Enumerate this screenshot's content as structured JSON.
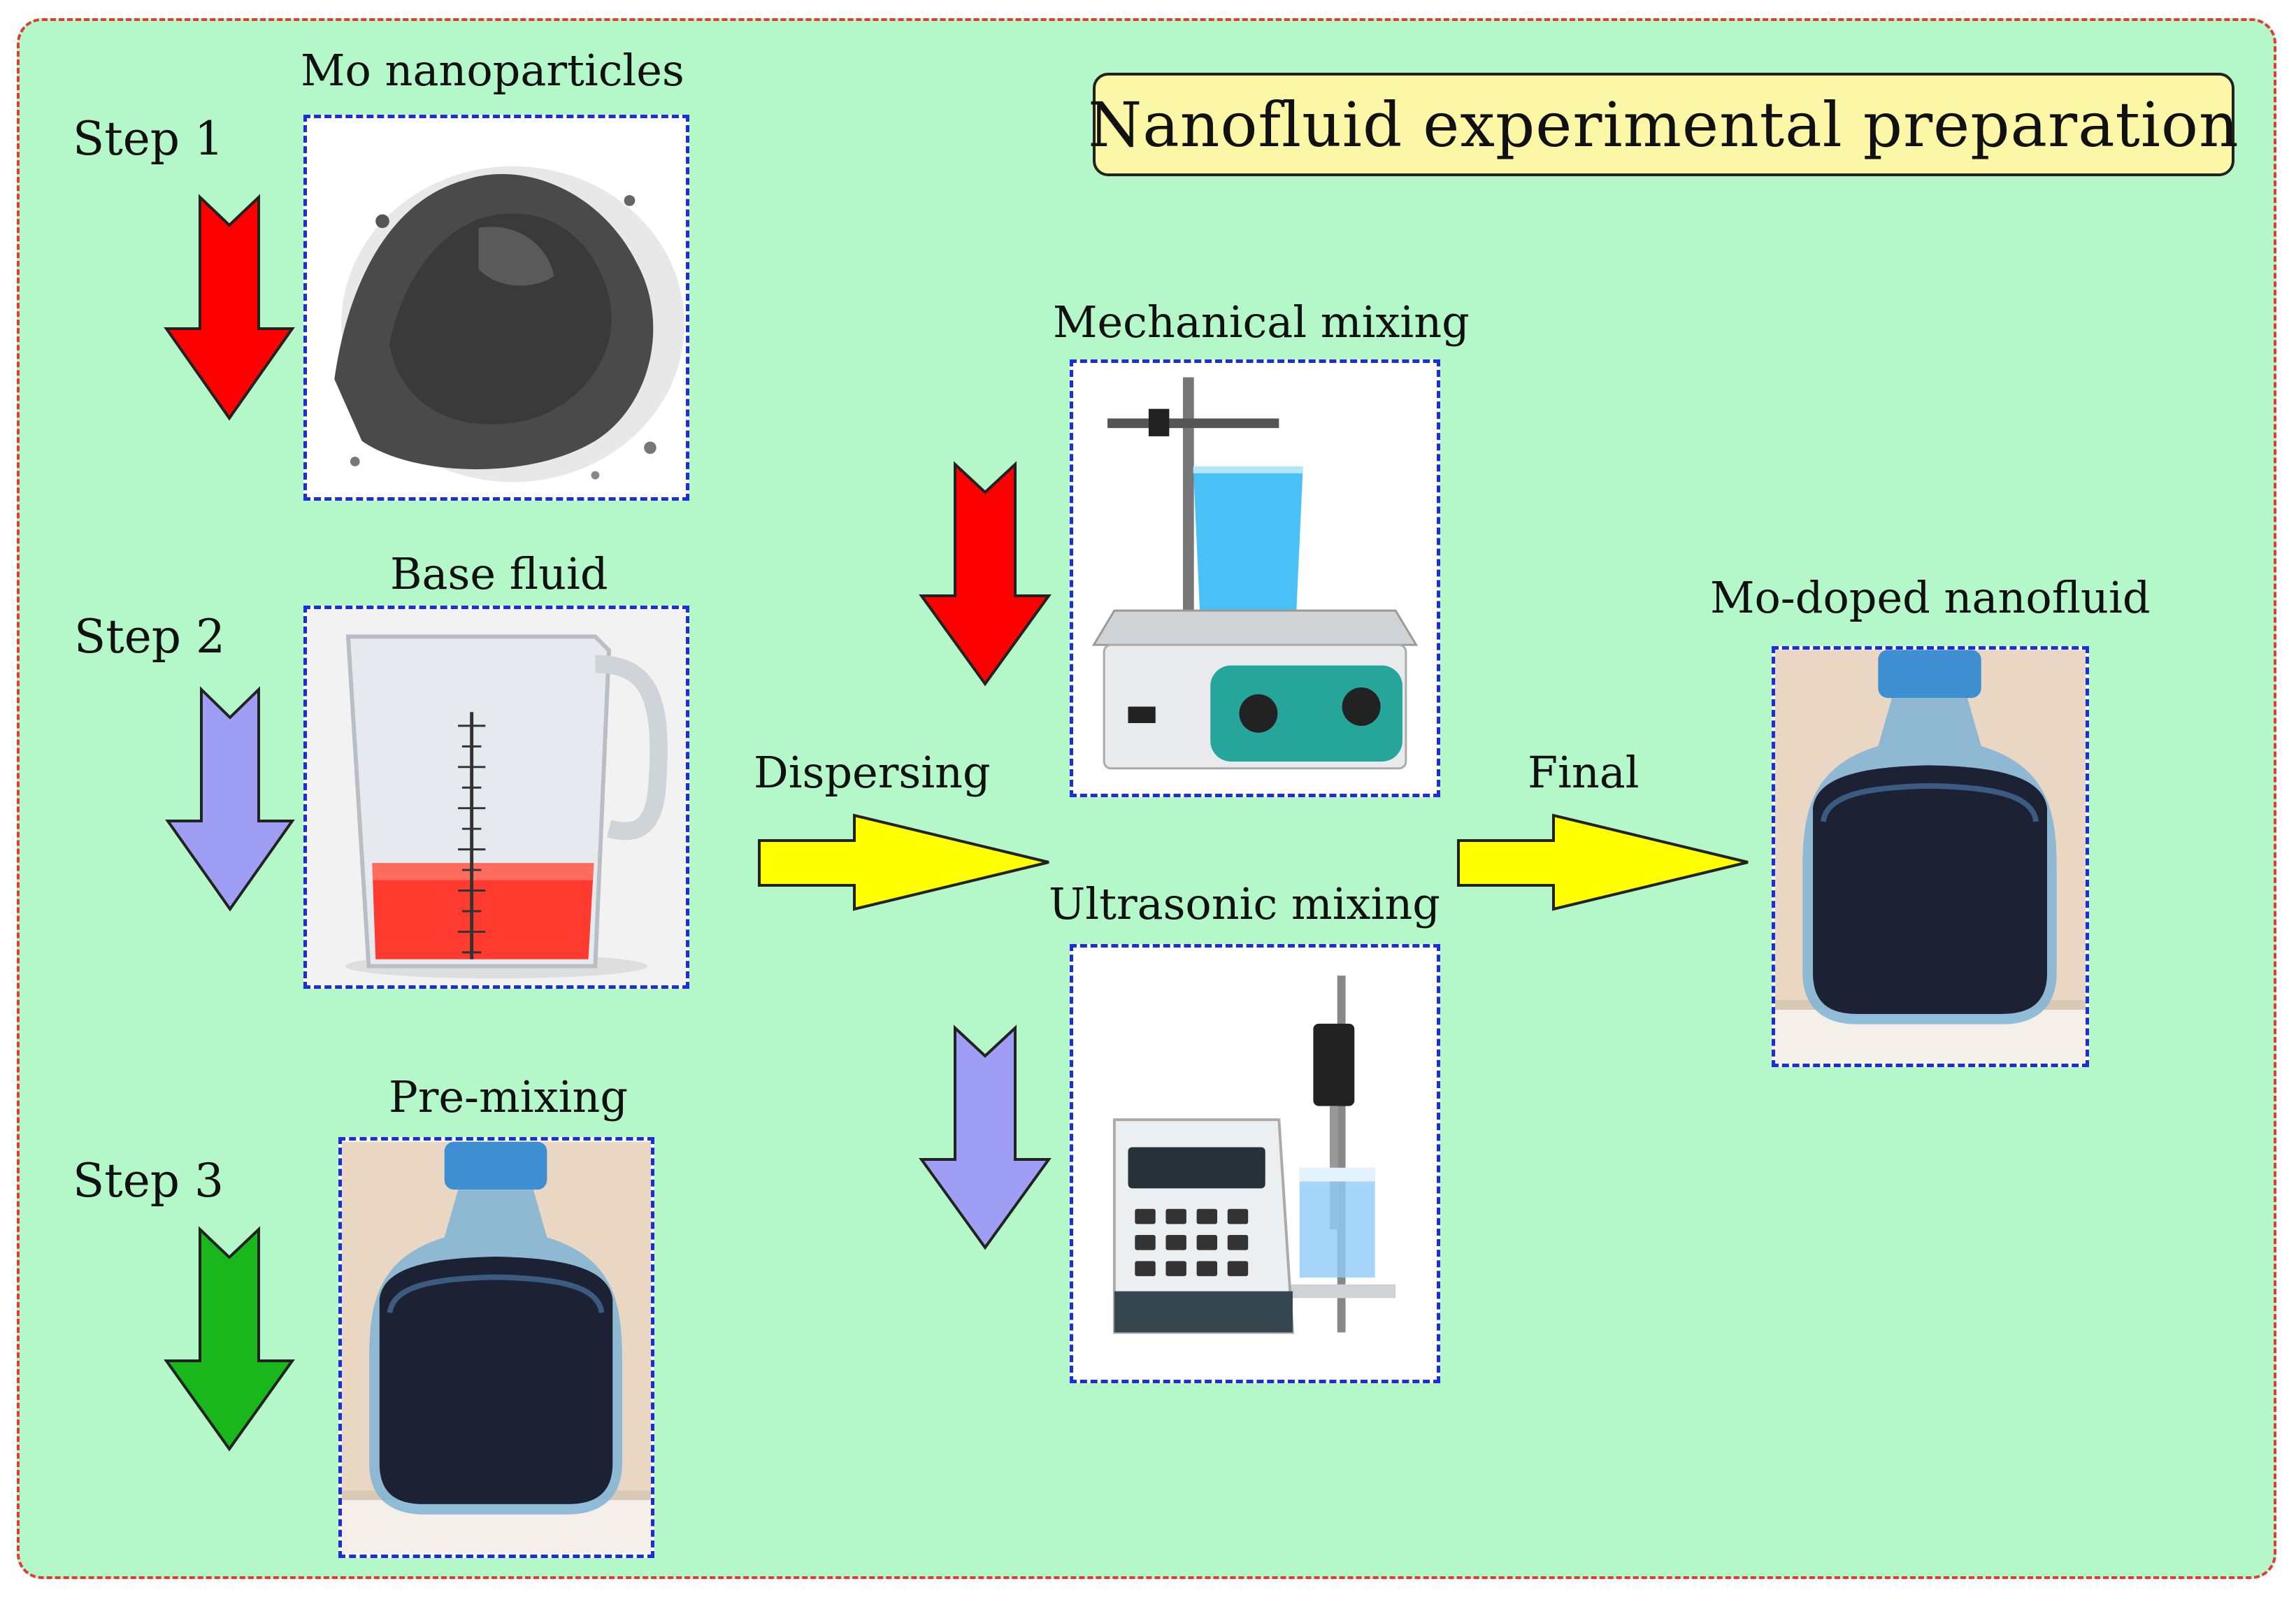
{
  "title": "Nanofluid experimental preparation",
  "steps": {
    "step1": "Step 1",
    "step2": "Step 2",
    "step3": "Step 3"
  },
  "captions": {
    "mo_nanoparticles": "Mo nanoparticles",
    "base_fluid": "Base fluid",
    "pre_mixing": "Pre-mixing",
    "mechanical_mixing": "Mechanical mixing",
    "ultrasonic_mixing": "Ultrasonic mixing",
    "mo_doped_nanofluid": "Mo-doped nanofluid"
  },
  "arrow_labels": {
    "dispersing": "Dispersing",
    "final": "Final"
  },
  "colors": {
    "background": "#b4f7c9",
    "frame_border": "#e53935",
    "title_fill": "#fbf7a6",
    "image_border": "#1a2fd6",
    "arrow_red": "#ff0000",
    "arrow_lavender": "#9e9ef5",
    "arrow_green": "#19b71c",
    "arrow_yellow": "#ffff00"
  }
}
